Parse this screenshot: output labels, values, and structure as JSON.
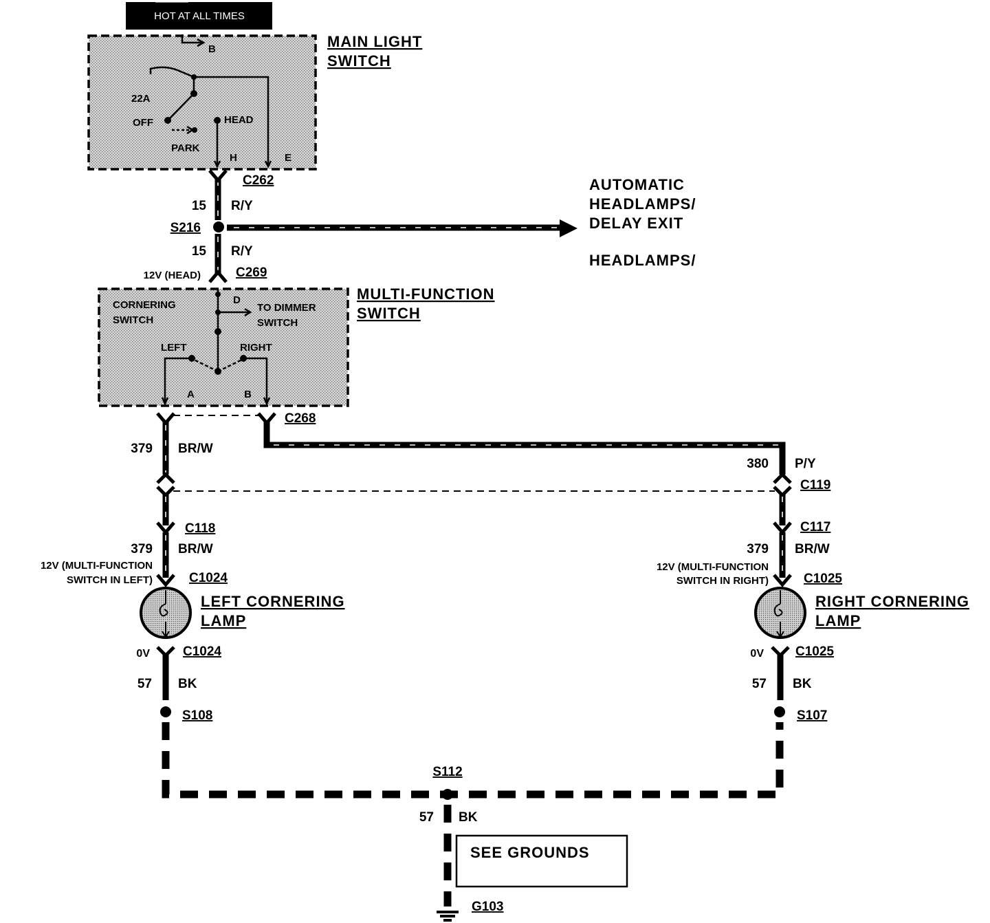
{
  "power": {
    "hot_label": "HOT AT ALL TIMES"
  },
  "main_light_switch": {
    "title_line1": "MAIN LIGHT",
    "title_line2": "SWITCH",
    "pin_b": "B",
    "circuit": "22A",
    "pos_off": "OFF",
    "pos_park": "PARK",
    "pos_head": "HEAD",
    "pin_h": "H",
    "pin_e": "E"
  },
  "c262": {
    "connector": "C262",
    "wire_num": "15",
    "wire_color": "R/Y"
  },
  "s216": {
    "splice": "S216",
    "wire_num": "15",
    "wire_color": "R/Y",
    "arrow_line1": "AUTOMATIC",
    "arrow_line2": "HEADLAMPS/",
    "arrow_line3": "DELAY EXIT",
    "arrow_line4": "HEADLAMPS/"
  },
  "c269": {
    "voltage": "12V (HEAD)",
    "connector": "C269"
  },
  "multi_function_switch": {
    "title_line1": "MULTI-FUNCTION",
    "title_line2": "SWITCH",
    "cornering_line1": "CORNERING",
    "cornering_line2": "SWITCH",
    "pin_d": "D",
    "dimmer_line1": "TO DIMMER",
    "dimmer_line2": "SWITCH",
    "pos_left": "LEFT",
    "pos_right": "RIGHT",
    "pin_a": "A",
    "pin_b": "B"
  },
  "c268": {
    "connector": "C268"
  },
  "left_circuit": {
    "wire_num": "379",
    "wire_color": "BR/W",
    "c118": "C118",
    "wire_num2": "379",
    "wire_color2": "BR/W",
    "voltage_line1": "12V (MULTI-FUNCTION",
    "voltage_line2": "SWITCH IN LEFT)",
    "c1024_top": "C1024",
    "lamp_line1": "LEFT CORNERING",
    "lamp_line2": "LAMP",
    "zero_v": "0V",
    "c1024_bottom": "C1024",
    "ground_wire_num": "57",
    "ground_wire_color": "BK",
    "splice": "S108"
  },
  "right_circuit": {
    "wire_num": "380",
    "wire_color": "P/Y",
    "c119": "C119",
    "c117": "C117",
    "wire_num2": "379",
    "wire_color2": "BR/W",
    "voltage_line1": "12V (MULTI-FUNCTION",
    "voltage_line2": "SWITCH IN RIGHT)",
    "c1025_top": "C1025",
    "lamp_line1": "RIGHT CORNERING",
    "lamp_line2": "LAMP",
    "zero_v": "0V",
    "c1025_bottom": "C1025",
    "ground_wire_num": "57",
    "ground_wire_color": "BK",
    "splice": "S107"
  },
  "ground": {
    "splice": "S112",
    "wire_num": "57",
    "wire_color": "BK",
    "see_grounds": "SEE GROUNDS",
    "ground_id": "G103"
  }
}
